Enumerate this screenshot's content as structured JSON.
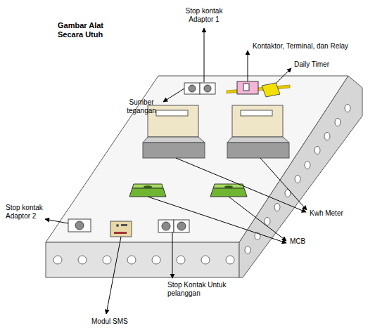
{
  "diagram": {
    "title": "Gambar Alat Secara Utuh",
    "labels": [
      "Stop kontak Adaptor 1",
      "Kontaktor, Terminal, dan Relay",
      "Daily Timer",
      "Sumber tegangan",
      "Kwh Meter",
      "Stop kontak Adaptor 2",
      "MCB",
      "Stop Kontak Untuk pelanggan",
      "Modul SMS"
    ]
  }
}
